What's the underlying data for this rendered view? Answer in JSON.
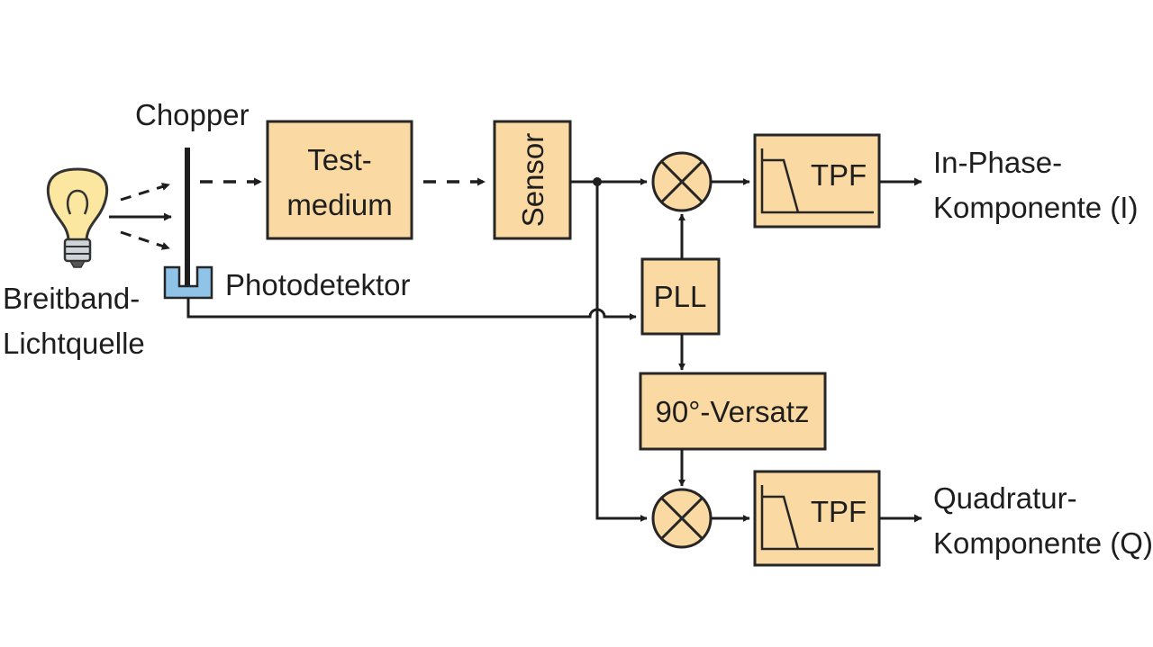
{
  "labels": {
    "chopper": "Chopper",
    "test_medium_line1": "Test-",
    "test_medium_line2": "medium",
    "sensor": "Sensor",
    "photodetector": "Photodetektor",
    "light_source_line1": "Breitband-",
    "light_source_line2": "Lichtquelle",
    "pll": "PLL",
    "phase_shift": "90°-Versatz",
    "lowpass_top": "TPF",
    "lowpass_bottom": "TPF",
    "in_phase_line1": "In-Phase-",
    "in_phase_line2": "Komponente (I)",
    "quadrature_line1": "Quadratur-",
    "quadrature_line2": "Komponente (Q)"
  },
  "colors": {
    "block_fill": "#fbd9a2",
    "photodetector_fill": "#8fc3e8",
    "bulb_fill": "#fbe7a0",
    "line": "#1e1e1e"
  }
}
